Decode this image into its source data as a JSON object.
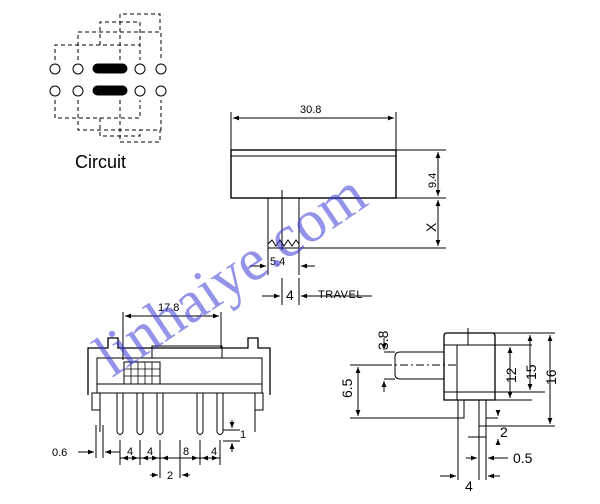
{
  "circuit": {
    "label": "Circuit"
  },
  "top_view": {
    "width_dim": "30.8",
    "height_dim": "9.4",
    "shaft_dim": "X",
    "shaft_width_dim": "5.4",
    "travel_value": "4",
    "travel_label": "TRAVEL"
  },
  "front_view": {
    "span_dim": "17.8",
    "pin_thickness_dim": "0.6",
    "pitch_dims": [
      "4",
      "4",
      "8",
      "4"
    ],
    "offset_dim": "2",
    "right_dim": "1"
  },
  "side_view": {
    "lever_dim": "3.8",
    "lever_height_dim": "6.5",
    "dim_12": "12",
    "dim_15": "15",
    "dim_16": "16",
    "pin_dim": "2",
    "width_dim": "4",
    "thickness_dim": "0.5"
  },
  "watermark": "linhaiye.com"
}
